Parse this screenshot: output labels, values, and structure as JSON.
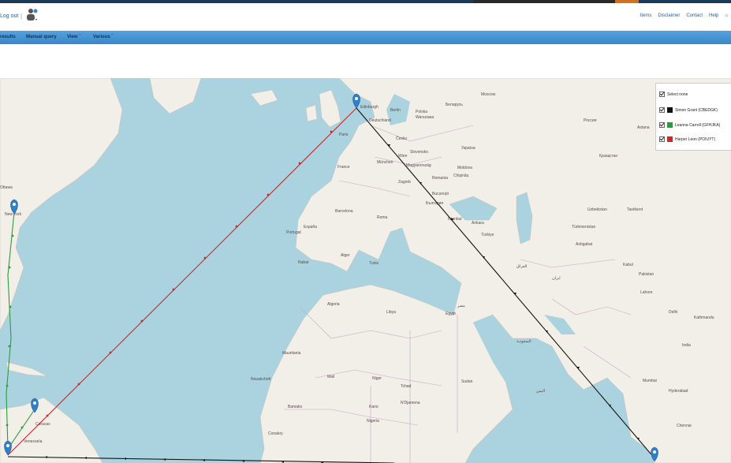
{
  "header": {
    "logout": "Log out",
    "separator": "|",
    "user_icon": "user-icon",
    "top_links": [
      "Items",
      "Disclaimer",
      "Contact",
      "Help"
    ]
  },
  "menubar": {
    "items": [
      {
        "label": "results"
      },
      {
        "label": "Manual query"
      },
      {
        "label": "View"
      },
      {
        "label": "Various"
      }
    ]
  },
  "map": {
    "places": [
      "Edinburgh",
      "Berlin",
      "Polska",
      "Warszawa",
      "Deutschland",
      "Paris",
      "France",
      "München",
      "Беларусь",
      "Україна",
      "Česko",
      "Slovensko",
      "Wien",
      "Magyarország",
      "Zagreb",
      "Romania",
      "București",
      "България",
      "Chişinău",
      "Moldova",
      "Istanbul",
      "Ankara",
      "Türkiye",
      "España",
      "Portugal",
      "Barcelona",
      "Roma",
      "Alger",
      "Tunis",
      "Rabat",
      "Algeria",
      "Libya",
      "مصر",
      "Egypt",
      "Mali",
      "Niger",
      "Tchad",
      "N'Djamena",
      "Sudan",
      "Nigeria",
      "Mauritania",
      "Nouakchott",
      "Bamako",
      "Conakry",
      "Kano",
      "Россия",
      "Қазақстан",
      "Tashkent",
      "Türkmenistan",
      "Ashgabat",
      "Kabul",
      "Lahore",
      "Delhi",
      "Kathmandu",
      "India",
      "Mumbai",
      "Hyderabad",
      "Chennai",
      "Pakistan",
      "العراق",
      "ایران",
      "السعودية",
      "اليمن",
      "Venezuela",
      "Caracas",
      "Ottawa",
      "New York",
      "Moscow",
      "Astana",
      "Uzbekistan"
    ]
  },
  "legend": {
    "select_none": "Select none",
    "items": [
      {
        "label": "Simon Grant (CBEDGK)",
        "color": "#111111"
      },
      {
        "label": "Leanna Carroll (GFHJKA)",
        "color": "#2e9a3a"
      },
      {
        "label": "Harper Leon (POIUYT)",
        "color": "#c62a2a"
      }
    ]
  },
  "colors": {
    "menubar": "#3b86c8",
    "land": "#f2efe9",
    "water": "#aad3df",
    "marker": "#2f80c8"
  }
}
